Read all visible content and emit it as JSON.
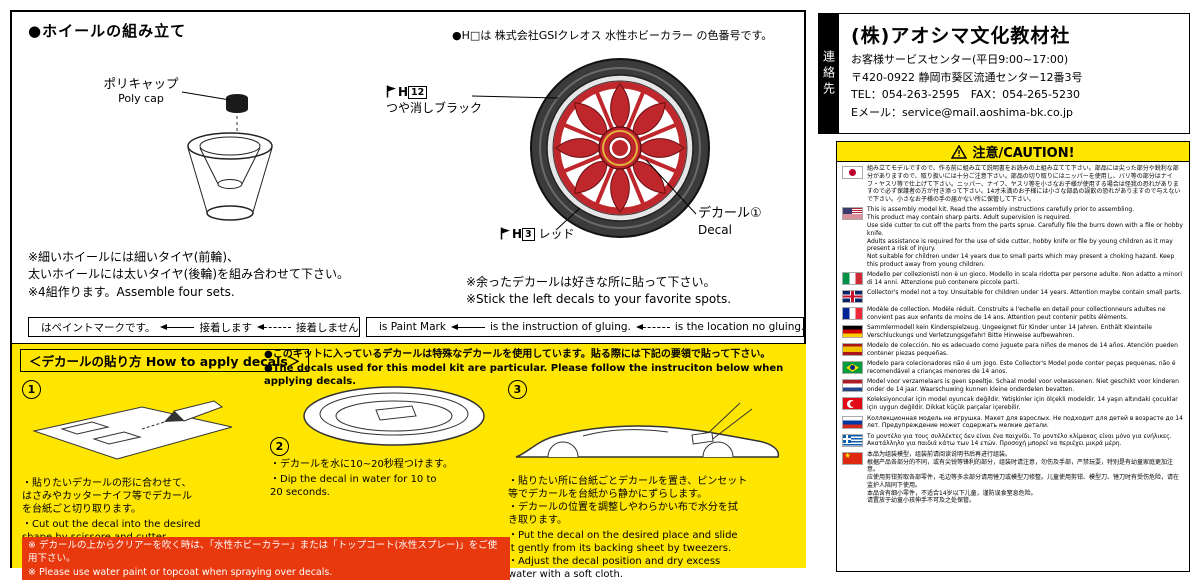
{
  "colors": {
    "panel_yellow": "#ffe600",
    "warning_red": "#e8380d",
    "wheel_red": "#c0272d"
  },
  "assembly": {
    "title": "●ホイールの組み立て",
    "color_note": "●H□は 株式会社GSIクレオス 水性ホビーカラー の色番号です。",
    "polycap_jp": "ポリキャップ",
    "polycap_en": "Poly cap",
    "paint_letter": "H",
    "flat_black_num": "12",
    "flat_black_label": "つや消しブラック",
    "red_num": "3",
    "red_label": "レッド",
    "decal_jp": "デカール①",
    "decal_en": "Decal",
    "note_tires": "※細いホイールには細いタイヤ(前輪)、\n太いホイールには太いタイヤ(後輪)を組み合わせて下さい。\n※4組作ります。Assemble four sets.",
    "note_decals": "※余ったデカールは好きな所に貼って下さい。\n※Stick the left decals to your favorite spots."
  },
  "legend": {
    "jp_paint": "はペイントマークです。",
    "jp_glue": "接着します",
    "jp_noglue": "接着しません",
    "en_paint": "is Paint Mark",
    "en_glue": "is the instruction of gluing.",
    "en_noglue": "is the location no gluing."
  },
  "howto": {
    "title": "＜デカールの貼り方 How to apply decals＞",
    "intro_jp": "●このキットに入っているデカールは特殊なデカールを使用しています。貼る際には下記の要領で貼って下さい。",
    "intro_en": "●The decals used for this model kit are particular. Please follow the instruciton below when applying decals.",
    "steps": [
      {
        "num": "1",
        "jp": "・貼りたいデカールの形に合わせて、\nはさみやカッターナイフ等でデカール\nを台紙ごと切り取ります。",
        "en": "・Cut out the decal into the desired\nshape by scissore and cutter."
      },
      {
        "num": "2",
        "jp": "・デカールを水に10~20秒程つけます。",
        "en": "・Dip the decal in water for 10 to\n20 seconds."
      },
      {
        "num": "3",
        "jp": "・貼りたい所に台紙ごとデカールを置き、ピンセット\n等でデカールを台紙から静かにずらします。\n・デカールの位置を調整しやわらかい布で水分を拭\nき取ります。",
        "en": "・Put the decal on the desired place and slide\nit gently from its backing sheet by tweezers.\n・Adjust the decal position and dry excess\nwater with a soft cloth."
      }
    ],
    "warning_jp": "※ デカールの上からクリアーを吹く時は、「水性ホビーカラー」または「トップコート(水性スプレー)」をご使用下さい。",
    "warning_en": "※ Please use water paint or topcoat when spraying over decals."
  },
  "contact": {
    "tab": "連絡先",
    "company": "(株)アオシマ文化教材社",
    "service": "お客様サービスセンター(平日9:00~17:00)",
    "address": "〒420-0922 静岡市葵区流通センター12番3号",
    "tel_fax": "TEL：054-263-2595　FAX：054-265-5230",
    "email": "Eメール：service@mail.aoshima-bk.co.jp"
  },
  "caution": {
    "title": "注意/CAUTION!",
    "entries": [
      {
        "flag": "japan",
        "text": "組み立てモデルですので、作る前に組み立て説明書をお読みの上組み立てて下さい。部品には尖った部分や鋭利な部分がありますので、取り扱いには十分ご注意下さい。部品の切り取りにはニッパーを使用し、バリ等の部分はナイフ・ヤスリ等で仕上げて下さい。ニッパー、ナイフ、ヤスリ等を小さなお子様が使用する場合は怪我の恐れがありますので必ず保護者の方が付き添って下さい。14才未満のお子様には小さな部品の誤飲の恐れがありますので与えないで下さい。小さなお子様の手の届かない所に保管して下さい。"
      },
      {
        "flag": "usa",
        "text": "This is assembly model kit. Read the assembly instructions carefully prior to assembling.\nThis product may contain sharp parts. Adult supervision is required.\nUse side cutter to cut off the parts from the parts sprue. Carefully file the burrs down with a file or hobby knife.\nAdults assistance is required for the use of side cutter, hobby knife or file by young children as it may present a risk of injury.\nNot suitable for children under 14 years due to small parts which may present a choking hazard. Keep this product away from young children."
      },
      {
        "flag": "italy",
        "text": "Modello per collezionisti non è un gioco. Modello in scala ridotta per persone adulte. Non adatto a minori di 14 anni. Attenzione può contenere piccole parti."
      },
      {
        "flag": "uk",
        "text": "Collector's model not a toy. Unsuitable for children under 14 years. Attention maybe contain small parts."
      },
      {
        "flag": "france",
        "text": "Modèle de collection. Modèle réduit. Construits a l'echelle en detail pour collectionneurs adultes ne convient pas aux enfants de moins de 14 ans. Attention peut contenir petits éléments."
      },
      {
        "flag": "germany",
        "text": "Sammlermodell kein Kinderspielzeug. Ungeeignet für Kinder unter 14 Jahren. Enthält Kleinteile Verschluckungs und Verletzungsgefahr! Bitte Hinweise aufbewahren."
      },
      {
        "flag": "spain",
        "text": "Modelo de colección. No es adecuado como juguete para niños de menos de 14 años. Atención pueden contener piezas pequeñas."
      },
      {
        "flag": "brazil",
        "text": "Modelo para colecionadores não é um jogo. Este Collector's Model pode conter peças pequenas, não é recomendável a crianças menores de 14 anos."
      },
      {
        "flag": "netherlands",
        "text": "Model voor verzamelaars is geen speeltje. Schaal model voor volwassenen. Niet geschikt voor kinderen onder de 14 jaar. Waarschuwing kunnen kleine onderdelen bevatten."
      },
      {
        "flag": "turkey",
        "text": "Koleksiyoncular için model oyuncak değildir. Yetişkinler için ölçekli modeldir. 14 yaşın altındaki çocuklar için uygun değildir. Dikkat küçük parçalar içerebilir."
      },
      {
        "flag": "russia",
        "text": "Коллекционная модель не игрушка. Макет для взрослых. Не подходит для детей в возрасте до 14 лет. Предупреждение может содержать мелкие детали."
      },
      {
        "flag": "greece",
        "text": "Το μοντέλο για τους συλλέκτες δεν είναι ένα παιχνίδι. Το μοντέλο κλίμακας είναι μόνο για ενήλικες. Ακατάλληλο για παιδιά κάτω των 14 ετών. Προσοχή μπορεί να περιέχει μικρά μέρη."
      },
      {
        "flag": "china",
        "text": "本品为组装模型，组装前请阅读说明书后再进行组装。\n根据产品各部分的不同，或有尖锐等锋利的部分，组装时请注意，勿伤及手部，严禁玩耍，特别是有幼童家庭更加注意。\n应使用剪钳剪取各部零件，毛边等多余部分请用锉刀或模型刀修整。儿童使用剪钳、模型刀、锉刀时有受伤危险，请在监护人陪同下使用。\n本品含有细小零件，不适合14岁以下儿童，谨防误食窒息危险。\n请置放于幼童小孩伸手不可及之处保管。"
      }
    ]
  }
}
